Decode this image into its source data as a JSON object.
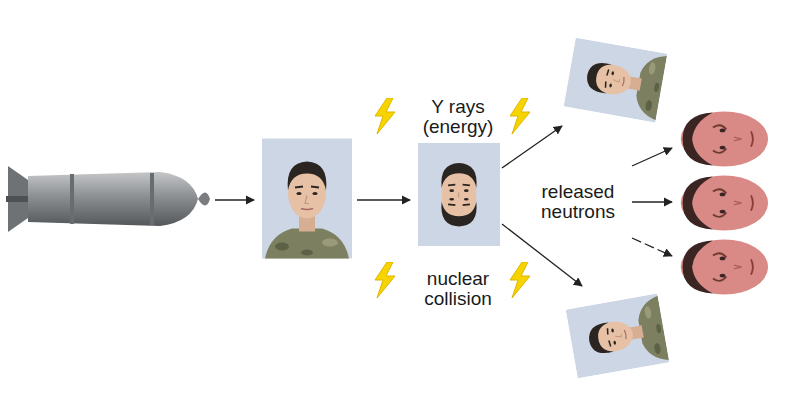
{
  "diagram": {
    "labels": [
      "Y rays (energy)",
      "nuclear collision",
      "released neutrons"
    ]
  }
}
